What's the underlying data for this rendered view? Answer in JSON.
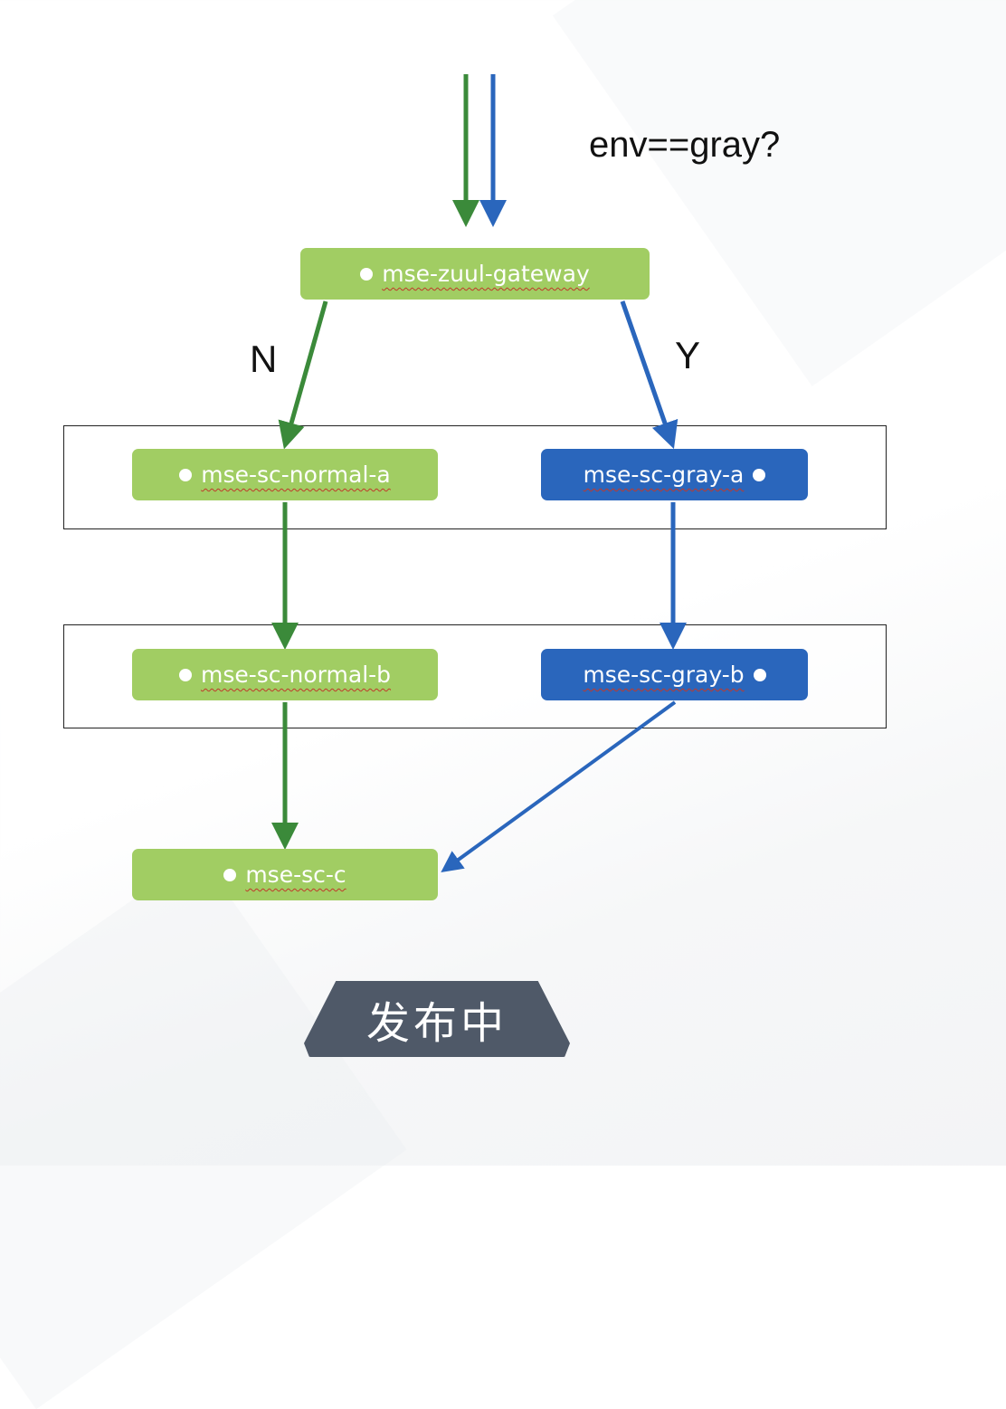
{
  "diagram": {
    "condition_label": "env==gray?",
    "branch_no_label": "N",
    "branch_yes_label": "Y",
    "status_badge": "发布中",
    "colors": {
      "normal_node": "#a1cd63",
      "gray_node": "#2a66bc",
      "normal_path": "#3b8a3a",
      "gray_path": "#2a66bc",
      "badge": "#4f5968"
    },
    "nodes": {
      "gateway": {
        "label": "mse-zuul-gateway",
        "type": "normal"
      },
      "normal_a": {
        "label": "mse-sc-normal-a",
        "type": "normal"
      },
      "gray_a": {
        "label": "mse-sc-gray-a",
        "type": "gray"
      },
      "normal_b": {
        "label": "mse-sc-normal-b",
        "type": "normal"
      },
      "gray_b": {
        "label": "mse-sc-gray-b",
        "type": "gray"
      },
      "c": {
        "label": "mse-sc-c",
        "type": "normal"
      }
    },
    "edges": [
      {
        "from": "entry",
        "to": "gateway",
        "path": "normal"
      },
      {
        "from": "entry",
        "to": "gateway",
        "path": "gray"
      },
      {
        "from": "gateway",
        "to": "normal_a",
        "path": "normal",
        "label": "N"
      },
      {
        "from": "gateway",
        "to": "gray_a",
        "path": "gray",
        "label": "Y"
      },
      {
        "from": "normal_a",
        "to": "normal_b",
        "path": "normal"
      },
      {
        "from": "gray_a",
        "to": "gray_b",
        "path": "gray"
      },
      {
        "from": "normal_b",
        "to": "c",
        "path": "normal"
      },
      {
        "from": "gray_b",
        "to": "c",
        "path": "gray"
      }
    ]
  }
}
